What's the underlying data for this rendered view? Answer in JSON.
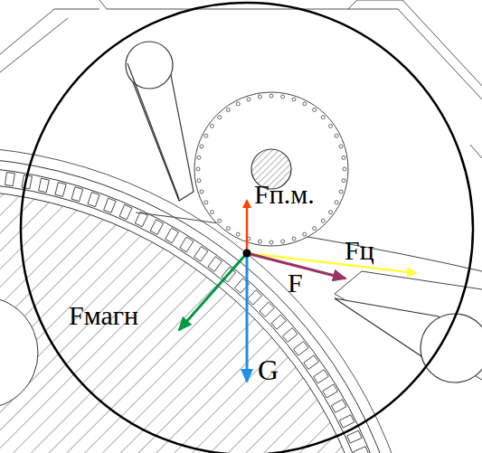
{
  "diagram": {
    "labels": [
      "Fп.м.",
      "Fц",
      "F",
      "Fмагн",
      "G"
    ]
  }
}
